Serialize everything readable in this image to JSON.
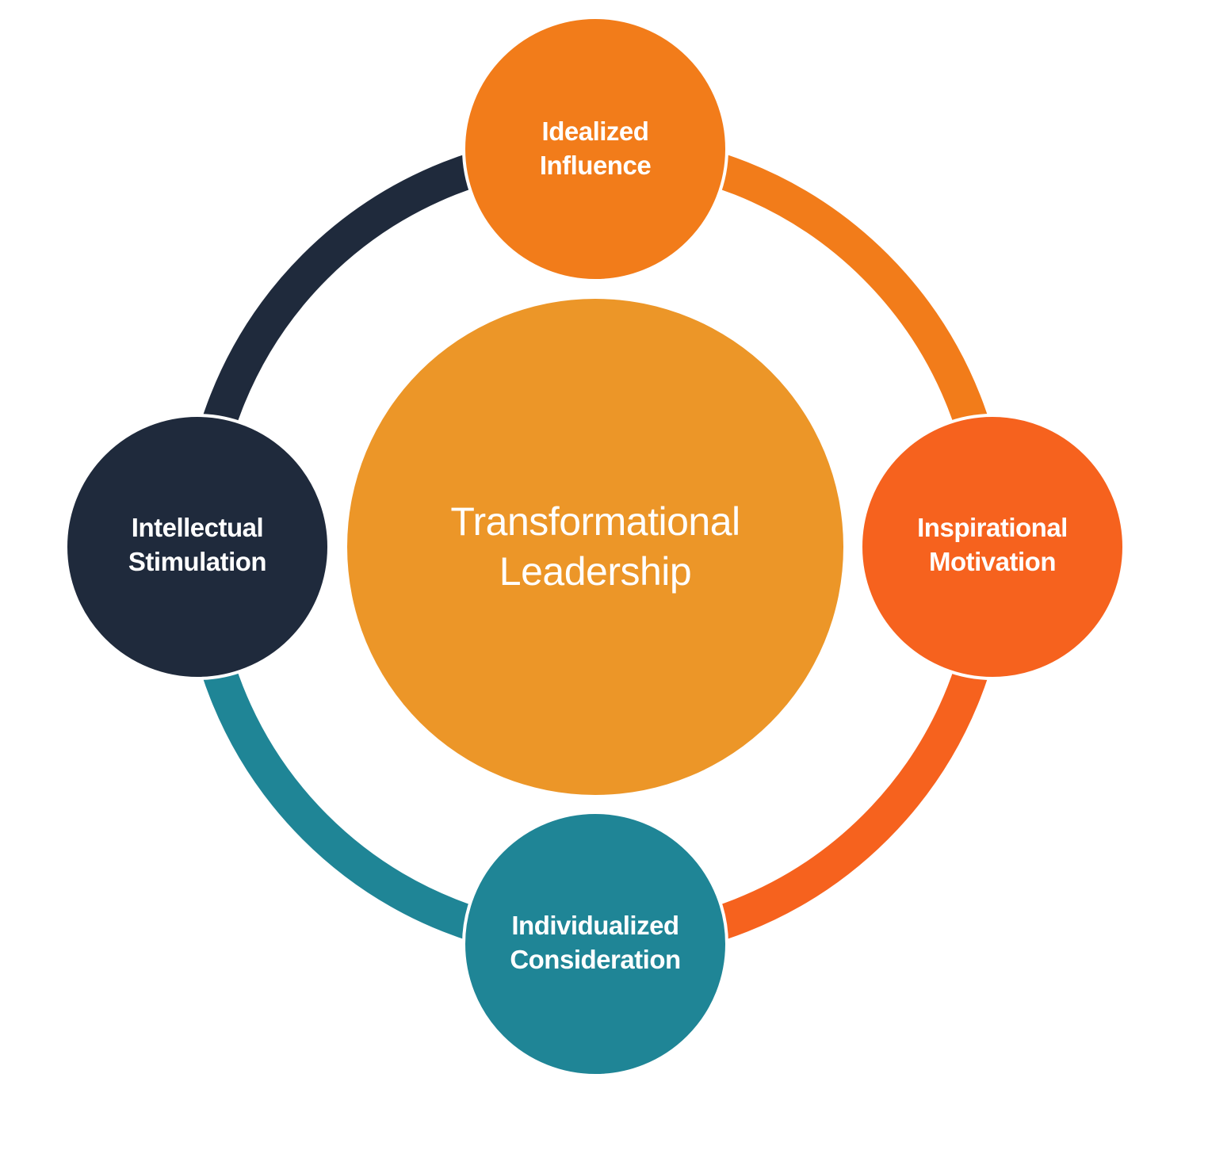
{
  "center": {
    "line1": "Transformational",
    "line2": "Leadership",
    "color": "#EC9628"
  },
  "nodes": {
    "top": {
      "line1": "Idealized",
      "line2": "Influence",
      "color": "#F27C1A"
    },
    "right": {
      "line1": "Inspirational",
      "line2": "Motivation",
      "color": "#F6621E"
    },
    "bottom": {
      "line1": "Individualized",
      "line2": "Consideration",
      "color": "#1F8596"
    },
    "left": {
      "line1": "Intellectual",
      "line2": "Stimulation",
      "color": "#1F2A3C"
    }
  },
  "ring_colors": {
    "top_right": "#F27C1A",
    "bottom_right": "#F6621E",
    "bottom_left": "#1F8596",
    "top_left": "#1F2A3C"
  }
}
